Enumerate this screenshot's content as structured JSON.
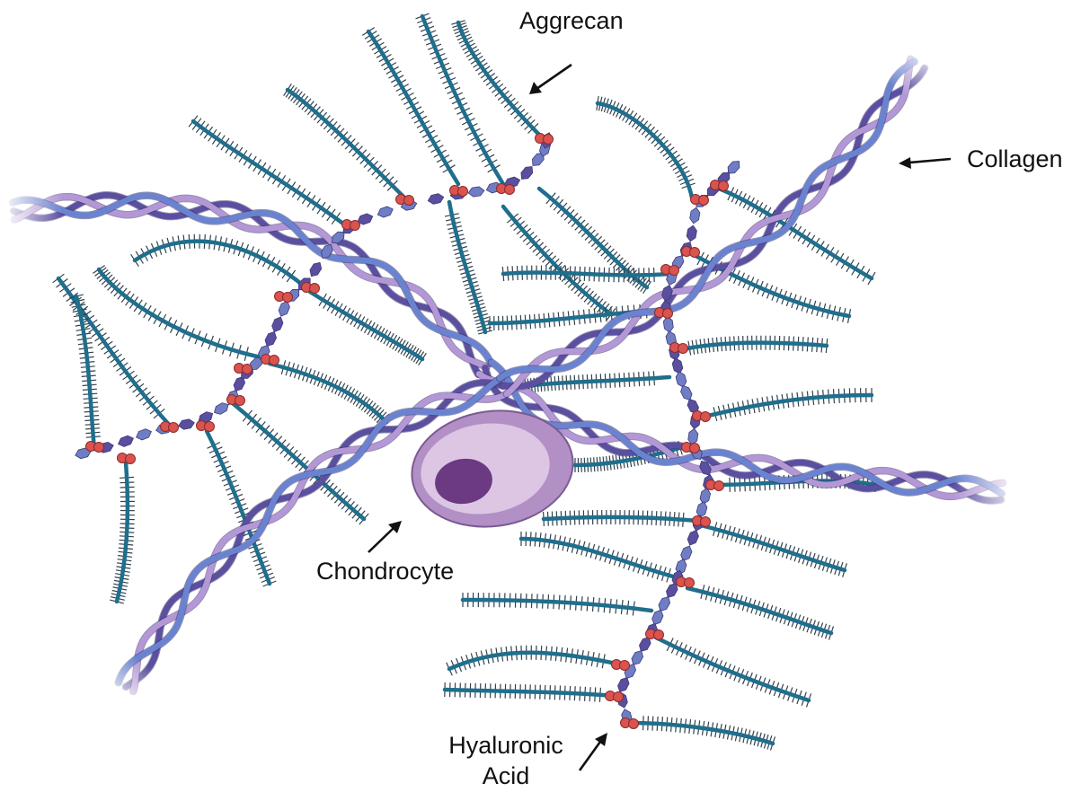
{
  "labels": {
    "aggrecan": "Aggrecan",
    "collagen": "Collagen",
    "chondrocyte": "Chondrocyte",
    "hyaluronic_acid_line1": "Hyaluronic",
    "hyaluronic_acid_line2": "Acid"
  },
  "icons": {
    "aggrecan_arrow": "arrow-icon",
    "collagen_arrow": "arrow-icon",
    "chondrocyte_arrow": "arrow-icon",
    "hyaluronic_arrow": "arrow-icon"
  },
  "colors": {
    "aggrecan_core": "#1f6e8c",
    "aggrecan_bristle": "#33424d",
    "hyaluronic_bead_light": "#6f7ec4",
    "hyaluronic_bead_dark": "#5a4e9e",
    "link_protein": "#d9534f",
    "collagen_strand_a": "#5b4fa0",
    "collagen_strand_b": "#b497d6",
    "collagen_strand_c": "#6a83d0",
    "cell_outer": "#b28fc4",
    "cell_inner": "#dcc6e4",
    "nucleus": "#6b3a82",
    "text": "#111111"
  }
}
